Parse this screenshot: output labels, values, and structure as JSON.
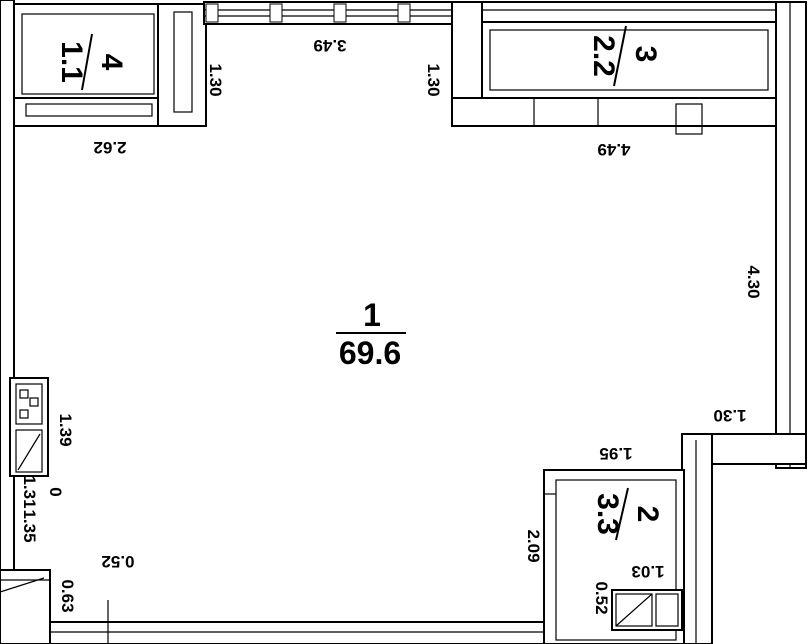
{
  "rooms": {
    "main": {
      "number": "1",
      "area": "69.6"
    },
    "top_right": {
      "number": "3",
      "area": "2.2"
    },
    "top_left": {
      "number": "4",
      "area": "1.1"
    },
    "bottom_right": {
      "number": "2",
      "area": "3.3"
    }
  },
  "dimensions": {
    "top_center_width": "3.49",
    "left_balcony_depth": "1.30",
    "center_column_depth": "1.30",
    "top_left_width": "2.62",
    "top_right_width": "4.49",
    "right_wall": "4.30",
    "right_notch": "1.30",
    "bathroom_width": "1.95",
    "bathroom_depth": "2.09",
    "left_kitchen": "1.39",
    "left_small_0": "0",
    "left_small_131": "1.31",
    "left_small_135": "1.35",
    "bottom_left_052": "0.52",
    "bottom_left_063": "0.63",
    "bath_fixture_103": "1.03",
    "bath_fixture_052": "0.52"
  }
}
